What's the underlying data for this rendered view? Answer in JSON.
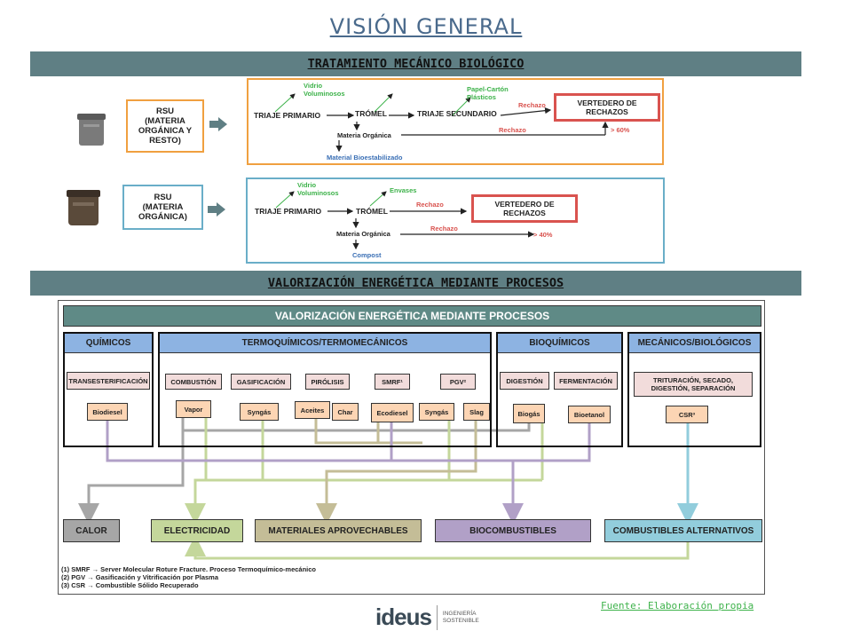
{
  "title": "VISIÓN GENERAL",
  "sections": {
    "tmb": "TRATAMIENTO MECÁNICO BIOLÓGICO",
    "valorizacion": "VALORIZACIÓN ENERGÉTICA MEDIANTE PROCESOS"
  },
  "flow1": {
    "input": "RSU\n(MATERIA\nORGÁNICA Y\nRESTO)",
    "vidrio": "Vidrio",
    "voluminosos": "Voluminosos",
    "triaje_primario": "TRIAJE PRIMARIO",
    "tromel": "TRÓMEL",
    "papel": "Papel-Cartón",
    "plasticos": "Plásticos",
    "triaje_secundario": "TRIAJE SECUNDARIO",
    "rechazo_1": "Rechazo",
    "vertedero": "VERTEDERO DE RECHAZOS",
    "materia_organica": "Materia Orgánica",
    "rechazo_2": "Rechazo",
    "pct": "> 60%",
    "output": "Material Bioestabilizado",
    "border_color": "#f0a040"
  },
  "flow2": {
    "input": "RSU\n(MATERIA\nORGÁNICA)",
    "vidrio": "Vidrio",
    "voluminosos": "Voluminosos",
    "triaje_primario": "TRIAJE PRIMARIO",
    "tromel": "TRÓMEL",
    "envases": "Envases",
    "rechazo_1": "Rechazo",
    "vertedero": "VERTEDERO DE RECHAZOS",
    "materia_organica": "Materia Orgánica",
    "rechazo_2": "Rechazo",
    "pct": "> 40%",
    "output": "Compost",
    "border_color": "#6aaec8"
  },
  "diagram": {
    "header": "VALORIZACIÓN ENERGÉTICA MEDIANTE PROCESOS",
    "categories": [
      "QUÍMICOS",
      "TERMOQUÍMICOS/TERMOMECÁNICOS",
      "BIOQUÍMICOS",
      "MECÁNICOS/BIOLÓGICOS"
    ],
    "processes": [
      "TRANSESTERIFICACIÓN",
      "COMBUSTIÓN",
      "GASIFICACIÓN",
      "PIRÓLISIS",
      "SMRF¹",
      "PGV²",
      "DIGESTIÓN",
      "FERMENTACIÓN",
      "TRITURACIÓN, SECADO, DIGESTIÓN, SEPARACIÓN"
    ],
    "products": [
      "Biodiesel",
      "Vapor",
      "Syngás",
      "Aceites",
      "Char",
      "Ecodiesel",
      "Syngás",
      "Slag",
      "Biogás",
      "Bioetanol",
      "CSR³"
    ],
    "outputs": [
      "CALOR",
      "ELECTRICIDAD",
      "MATERIALES APROVECHABLES",
      "BIOCOMBUSTIBLES",
      "COMBUSTIBLES ALTERNATIVOS"
    ],
    "notes": [
      "(1) SMRF → Server Molecular Roture Fracture. Proceso Termoquímico-mecánico",
      "(2) PGV → Gasificación y Vitrificación por Plasma",
      "(3) CSR → Combustible Sólido Recuperado"
    ],
    "colors": {
      "calor": "#a6a6a6",
      "electricidad": "#c4d79b",
      "materiales": "#c4bd97",
      "biocombustibles": "#b1a0c7",
      "alternativos": "#92cddc"
    }
  },
  "footer": "Fuente: Elaboración propia",
  "logo": {
    "name": "ideus",
    "sub1": "INGENIERÍA",
    "sub2": "SOSTENIBLE"
  }
}
